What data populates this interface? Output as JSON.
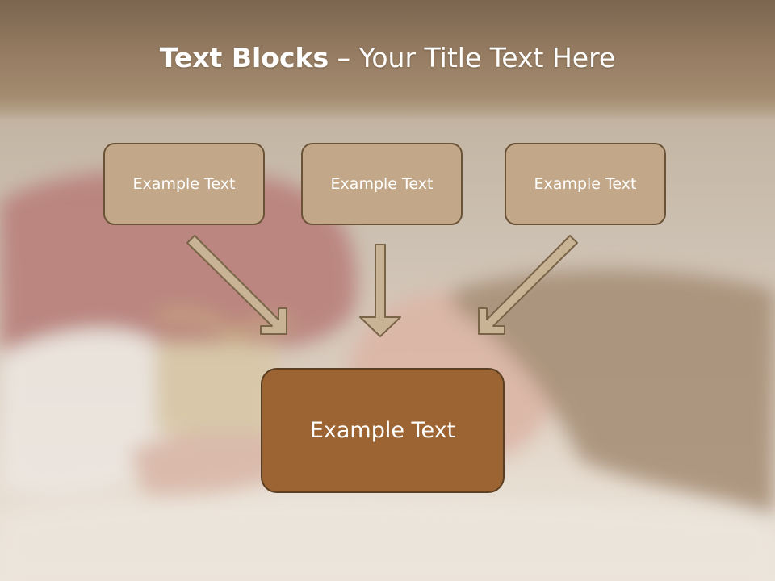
{
  "title": {
    "bold": "Text Blocks",
    "rest": " – Your Title Text Here"
  },
  "blocks": [
    {
      "label": "Example Text"
    },
    {
      "label": "Example Text"
    },
    {
      "label": "Example Text"
    }
  ],
  "center_block": {
    "label": "Example Text"
  },
  "colors": {
    "box_fill": "#c2a888",
    "box_border": "#6b5338",
    "center_fill": "#9b6432",
    "center_border": "#5c3f22",
    "arrow_fill": "#c8b394",
    "arrow_border": "#7a6448"
  }
}
